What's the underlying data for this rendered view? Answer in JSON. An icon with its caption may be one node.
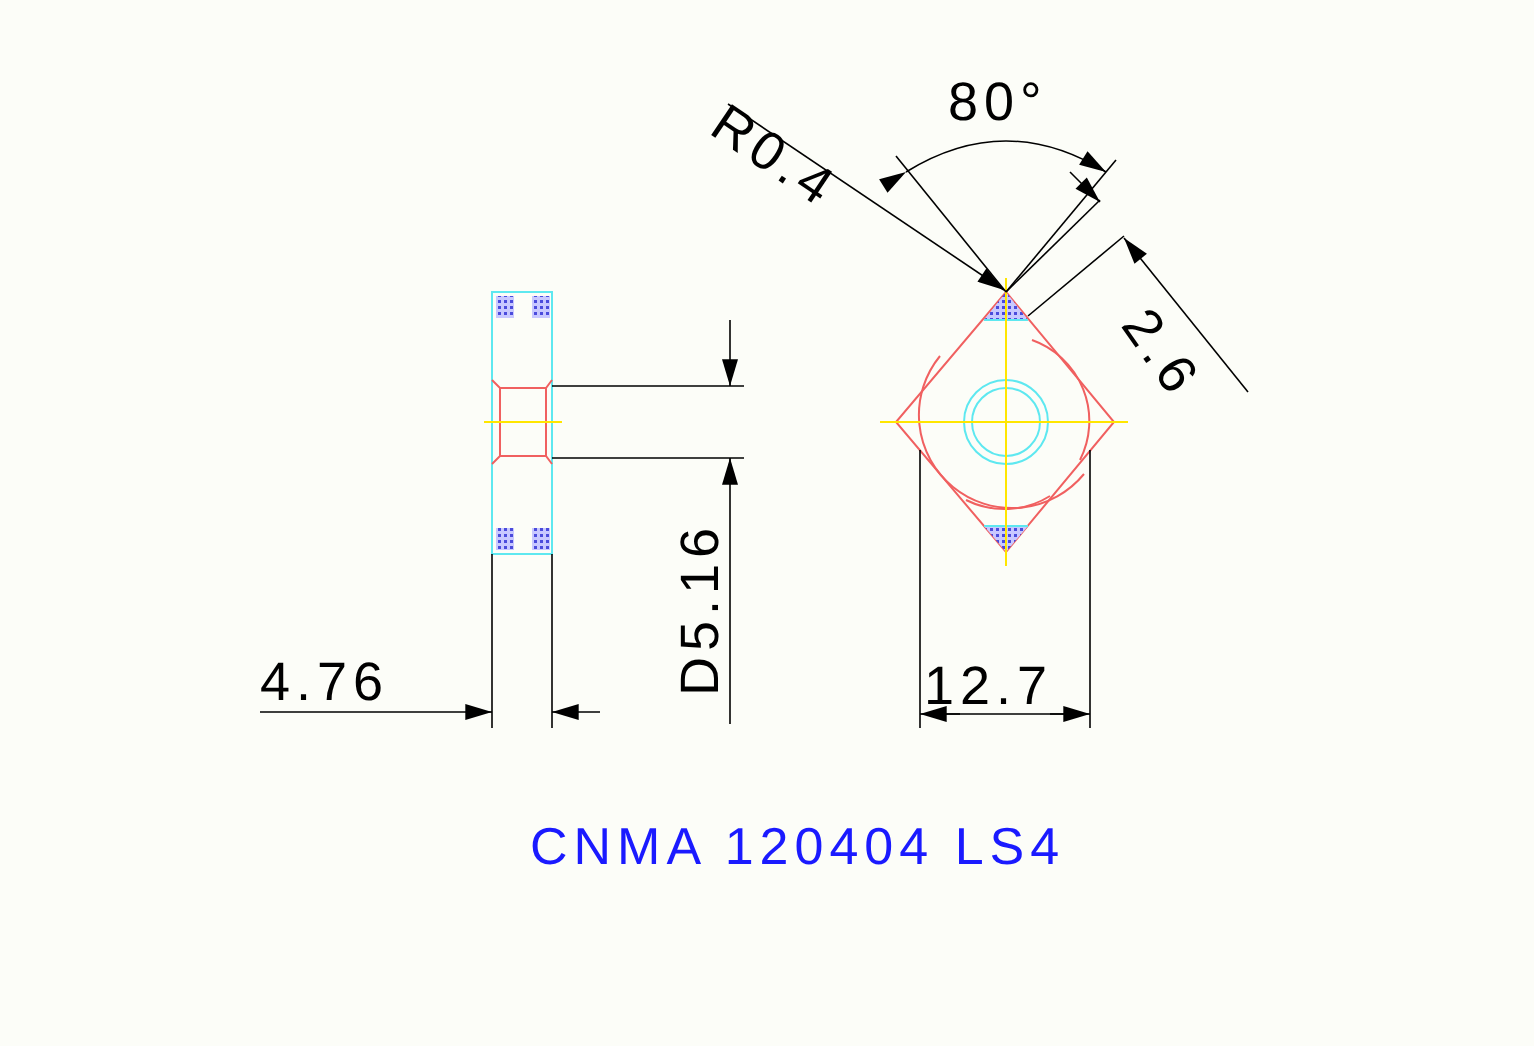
{
  "diagram": {
    "caption": "CNMA 120404 LS4",
    "labels": [
      "R0.4",
      "80°",
      "2.6",
      "4.76",
      "D5.16",
      "12.7"
    ]
  }
}
